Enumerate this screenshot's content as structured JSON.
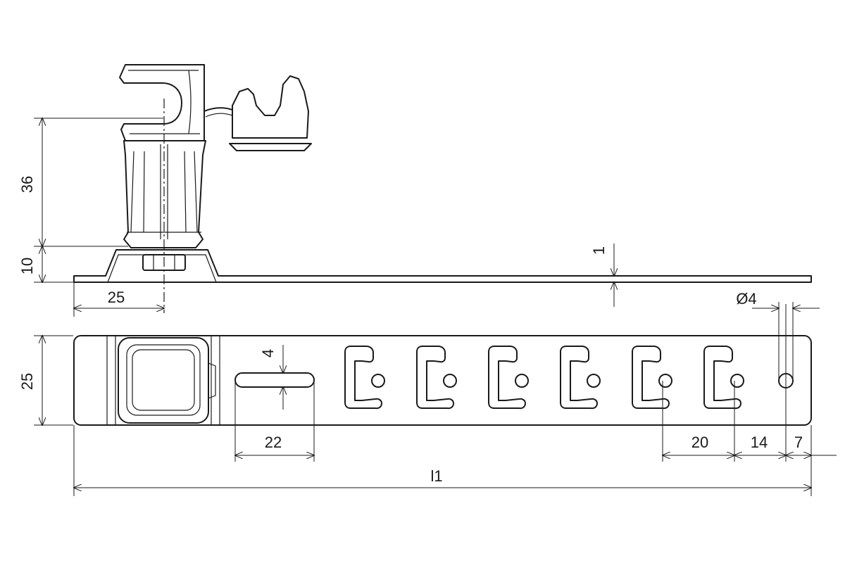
{
  "side_view": {
    "dims": {
      "height_upper": "36",
      "height_base": "10",
      "offset": "25",
      "thickness": "1"
    }
  },
  "top_view": {
    "dims": {
      "width": "25",
      "slot_width": "4",
      "slot_length": "22",
      "pitch": "20",
      "hole_offset": "14",
      "edge_offset": "7",
      "hole_diameter": "Ø4",
      "total_length": "l1"
    },
    "slot_count": 6
  }
}
